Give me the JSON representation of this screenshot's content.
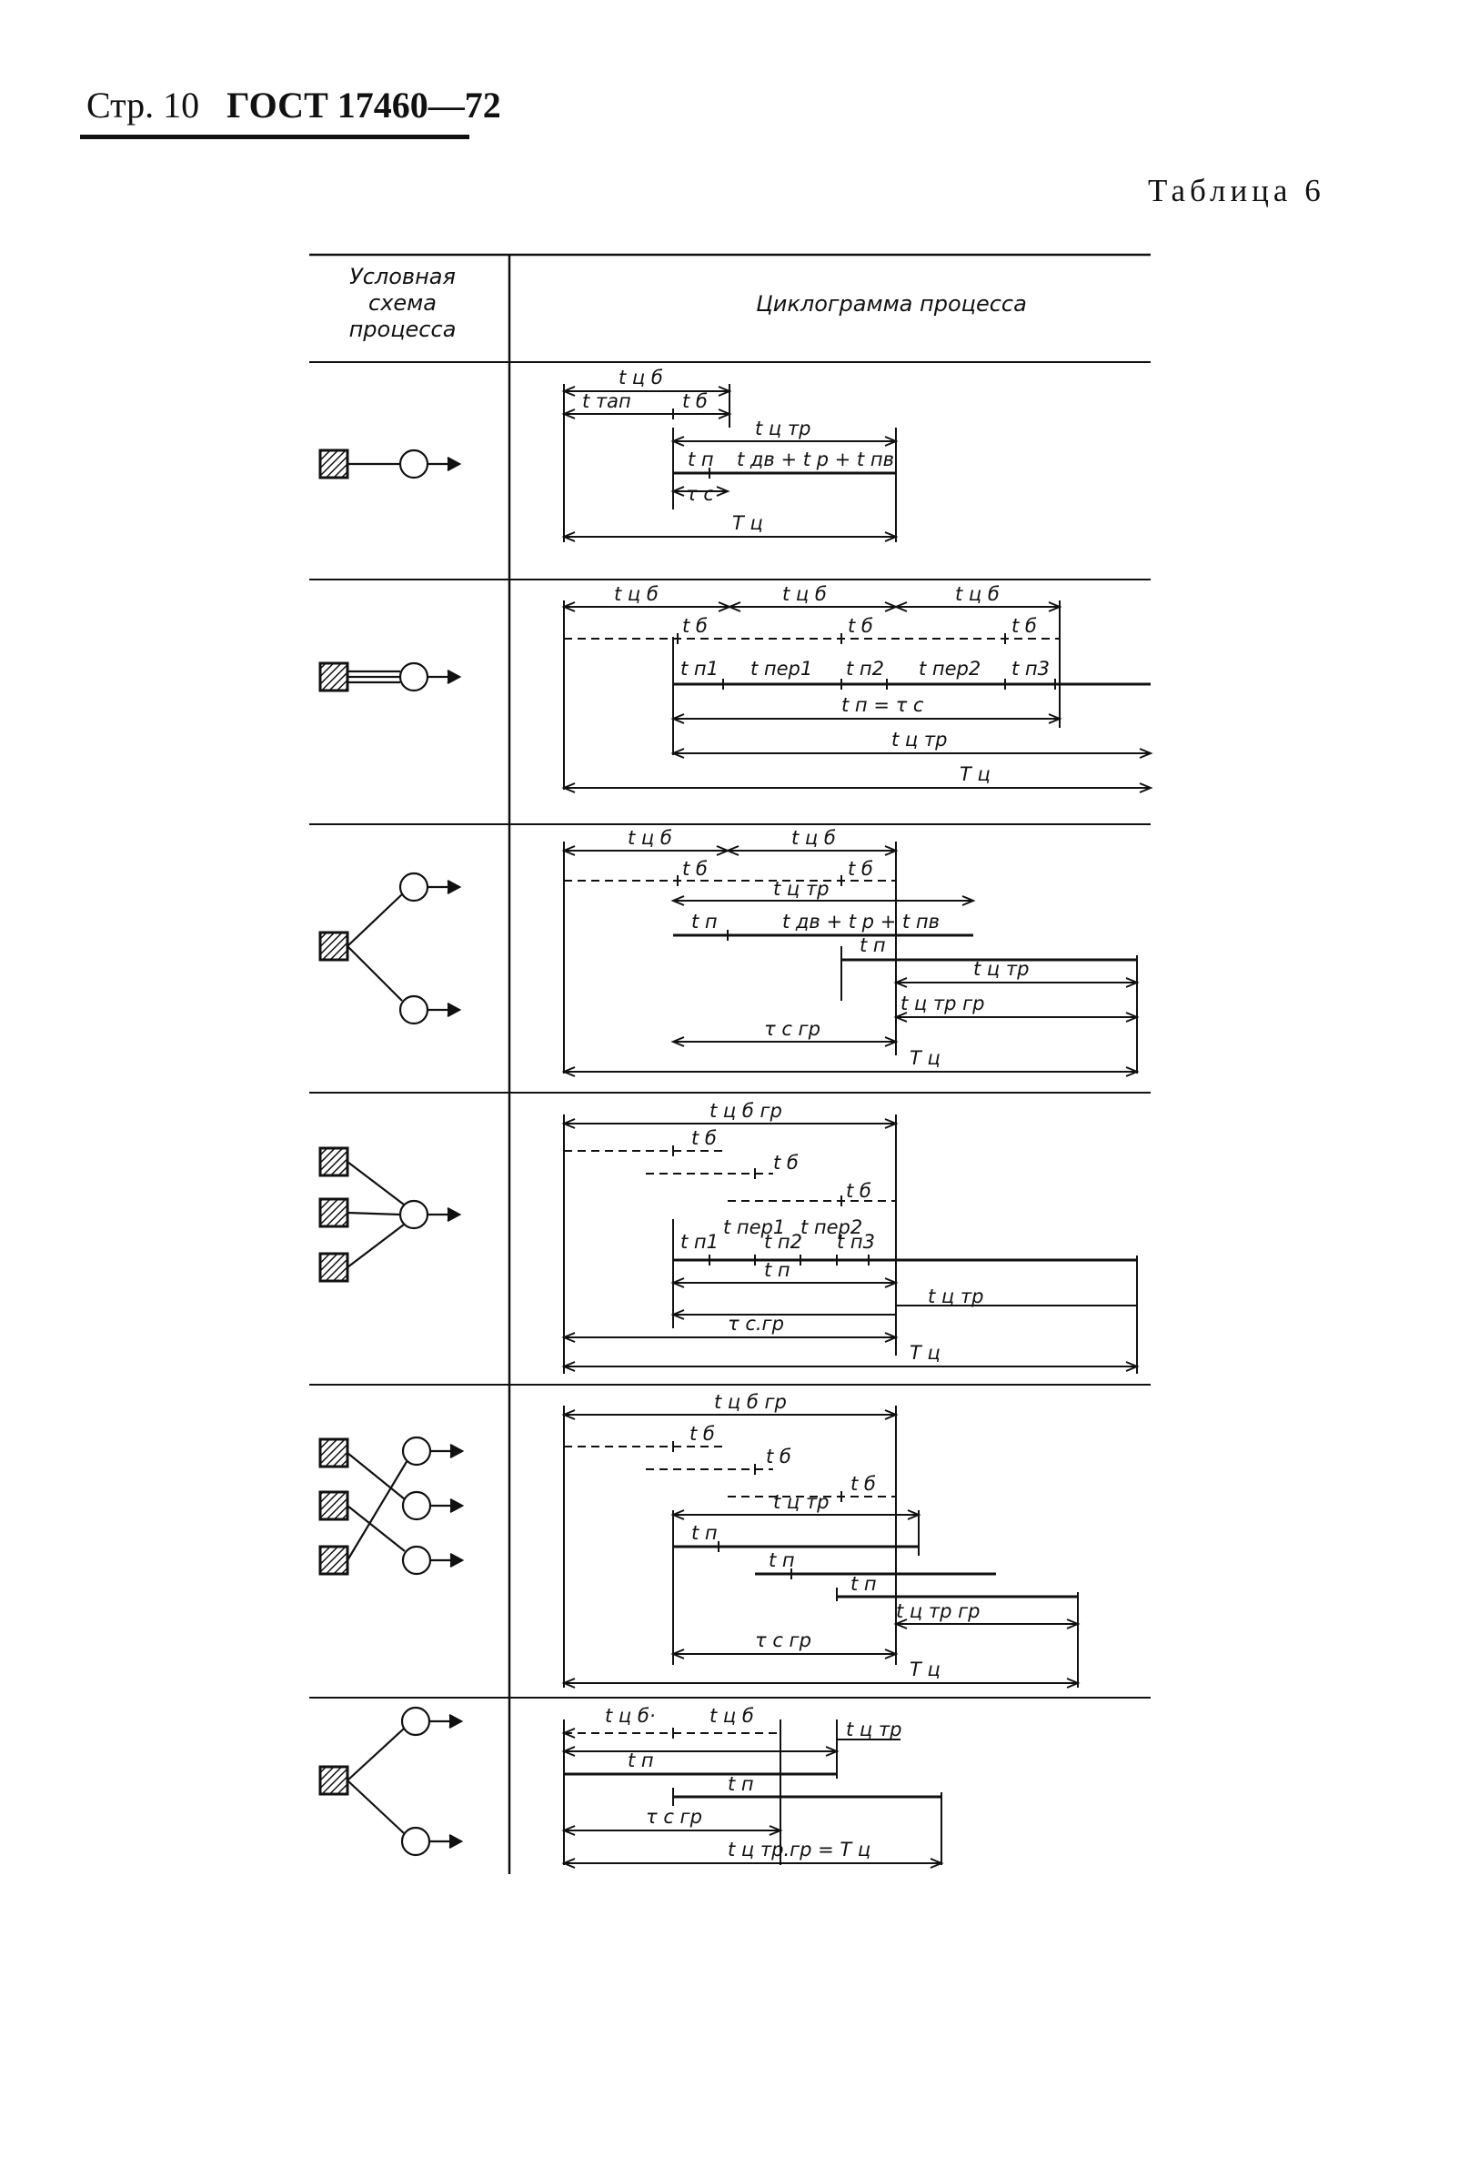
{
  "header": {
    "page_label": "Стр. 10",
    "standard": "ГОСТ 17460—72"
  },
  "table": {
    "caption": "Таблица 6",
    "col1_header": "Условная схема процесса",
    "col2_header": "Циклограмма процесса"
  },
  "rows": [
    {
      "row": 1,
      "labels": [
        "t ц б",
        "t тап",
        "t б",
        "t ц тр",
        "t п",
        "t дв + t р + t пв",
        "τ с",
        "T ц"
      ]
    },
    {
      "row": 2,
      "labels": [
        "t ц б",
        "t ц б",
        "t ц б",
        "t б",
        "t б",
        "t б",
        "t п1",
        "t пер1",
        "t п2",
        "t пер2",
        "t п3",
        "t п = τ с",
        "t ц тр",
        "T ц"
      ]
    },
    {
      "row": 3,
      "labels": [
        "t ц б",
        "t ц б",
        "t б",
        "t б",
        "t ц тр",
        "t п",
        "t дв + t р + t пв",
        "t п",
        "t ц тр",
        "t ц тр гр",
        "τ с гр",
        "T ц"
      ]
    },
    {
      "row": 4,
      "labels": [
        "t ц б гр",
        "t б",
        "t б",
        "t б",
        "t пер1",
        "t пер2",
        "t п1",
        "t п2",
        "t п3",
        "t п",
        "t ц тр",
        "τ с.гр",
        "T ц"
      ]
    },
    {
      "row": 5,
      "labels": [
        "t ц б гр",
        "t б",
        "t б",
        "t б",
        "t ц тр",
        "t п",
        "t п",
        "t п",
        "t ц тр гр",
        "τ с гр",
        "T ц"
      ]
    },
    {
      "row": 6,
      "labels": [
        "t ц б·",
        "t ц б",
        "t ц тр",
        "t п",
        "t п",
        "τ с гр",
        "t ц тр.гр = T ц"
      ]
    }
  ]
}
